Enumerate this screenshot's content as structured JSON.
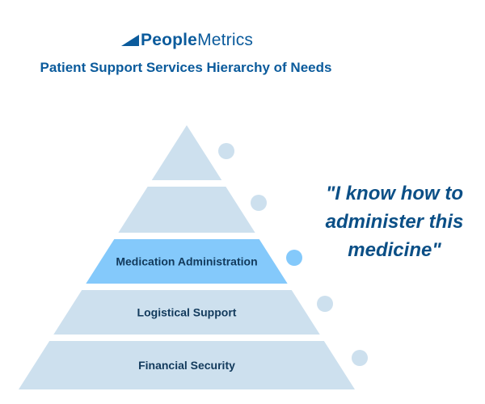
{
  "brand": {
    "name_bold": "People",
    "name_light": "Metrics",
    "color": "#0b5b9c"
  },
  "title": "Patient Support Services Hierarchy of Needs",
  "pyramid": {
    "tiers": [
      {
        "label": "",
        "highlighted": false
      },
      {
        "label": "",
        "highlighted": false
      },
      {
        "label": "Medication Administration",
        "highlighted": true
      },
      {
        "label": "Logistical Support",
        "highlighted": false
      },
      {
        "label": "Financial Security",
        "highlighted": false
      }
    ],
    "colors": {
      "tier": "#cde0ee",
      "highlight": "#84c9fb",
      "dot": "#cde0ee",
      "dot_highlight": "#84c9fb",
      "label": "#123a5c"
    }
  },
  "quote": "\"I know how to administer this medicine\""
}
